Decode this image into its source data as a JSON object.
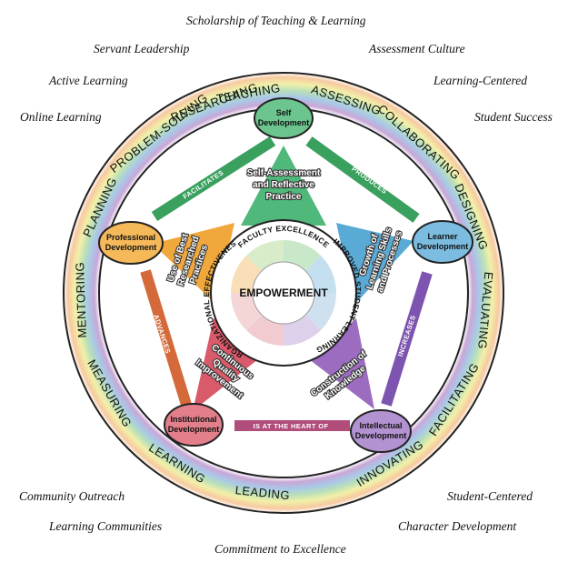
{
  "outer_labels": {
    "top": "Scholarship of Teaching & Learning",
    "bottom": "Commitment to Excellence",
    "top_left": [
      "Servant Leadership",
      "Active Learning",
      "Online Learning"
    ],
    "top_right": [
      "Assessment Culture",
      "Learning-Centered",
      "Student Success"
    ],
    "bottom_left": [
      "Community Outreach",
      "Learning Communities"
    ],
    "bottom_right": [
      "Student-Centered",
      "Character Development"
    ]
  },
  "ring_words": [
    "TEACHING",
    "ASSESSING",
    "COLLABORATING",
    "DESIGNING",
    "EVALUATING",
    "FACILITATING",
    "INNOVATING",
    "LEADING",
    "LEARNING",
    "MEASURING",
    "MENTORING",
    "PLANNING",
    "PROBLEM-SOLVING",
    "RESEARCHING"
  ],
  "nodes": {
    "self": [
      "Self",
      "Development"
    ],
    "learner": [
      "Learner",
      "Development"
    ],
    "intellectual": [
      "Intellectual",
      "Development"
    ],
    "institutional": [
      "Institutional",
      "Development"
    ],
    "professional": [
      "Professional",
      "Development"
    ]
  },
  "arrows": {
    "facilitates": "FACILITATES",
    "produces": "PRODUCES",
    "increases": "INCREASES",
    "heart": "IS AT THE HEART OF",
    "advances": "ADVANCES"
  },
  "spokes": {
    "top": [
      "Self-Assessment",
      "and Reflective",
      "Practice"
    ],
    "right": [
      "Growth of",
      "Learning Skills",
      "and Processes"
    ],
    "bottom_right": [
      "Construction of",
      "Knowledge"
    ],
    "bottom_left": [
      "Continuous",
      "Quality",
      "Improvement"
    ],
    "left": [
      "Use of Best",
      "Researched",
      "Practices"
    ]
  },
  "inner_ring": {
    "top": "FACULTY EXCELLENCE",
    "right": "IMPROVED STUDENT LEARNING",
    "left": "ORGANIZATIONAL EFFECTIVENESS"
  },
  "center": "EMPOWERMENT",
  "colors": {
    "self": "#4fb87a",
    "learner": "#5aaad6",
    "intellectual": "#9b6cc0",
    "institutional": "#d95a6a",
    "professional": "#f0a83c"
  }
}
